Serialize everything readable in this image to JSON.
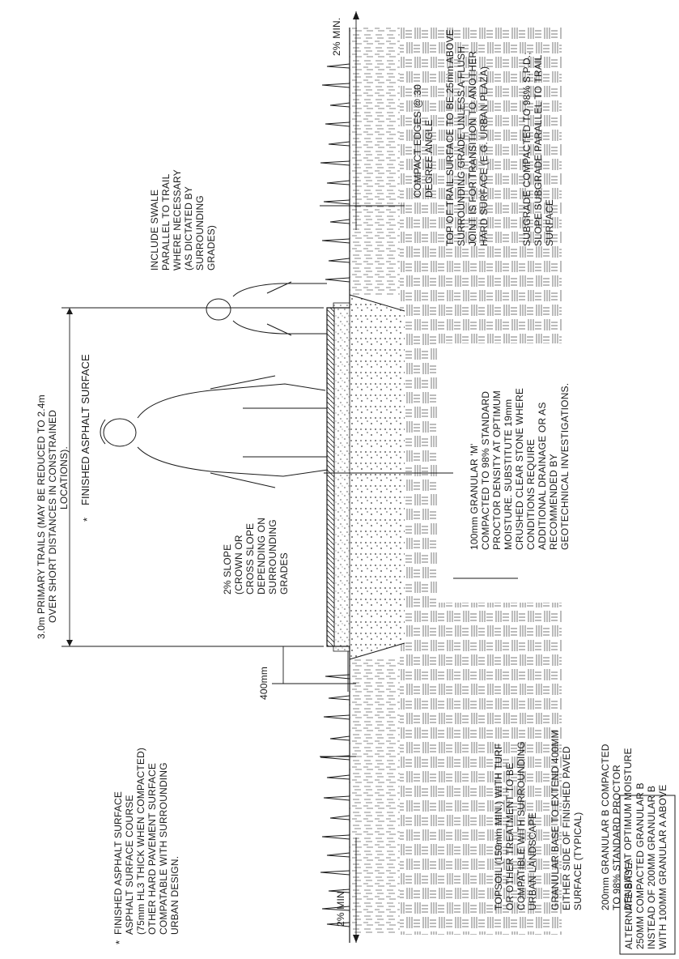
{
  "labels": {
    "primary_width": [
      "3.0m PRIMARY TRAILS (MAY BE REDUCED TO 2.4m",
      "OVER SHORT DISTANCES IN CONSTRAINED",
      "LOCATIONS)."
    ],
    "finished_asphalt": "FINISHED ASPHALT SURFACE",
    "asterisk": "*",
    "swale": [
      "INCLUDE SWALE",
      "PARALLEL TO TRAIL",
      "WHERE NECESSARY",
      "(AS DICTATED BY",
      "SURROUNDING",
      "GRADES)"
    ],
    "slope_min_left": "2% MIN.",
    "slope_min_right": "2% MIN.",
    "top_of_trail": [
      "TOP OF TRAIL SURFACE TO BE 25mm ABOVE",
      "SURROUNDING GRADE UNLESS A FLUSH",
      "JOINT IS FOR TRANSITION TO ANOTHER",
      "HARD SURFACE (E.G. URBAN PLAZA)"
    ],
    "compact_edges": [
      "COMPACT EDGES @ 30",
      "DEGREE ANGLE"
    ],
    "subgrade": [
      "SUBGRADE COMPACTED TO 98% S.P.D.;",
      "SLOPE SUBGRADE PARALLEL TO TRAIL",
      "SURFACE"
    ],
    "slope": [
      "2% SLOPE",
      "(CROWN OR",
      "CROSS SLOPE",
      "DEPENDING ON",
      "SURROUNDING",
      "GRADES"
    ],
    "granular_m": [
      "100mm GRANULAR 'M'",
      "COMPACTED TO 98% STANDARD",
      "PROCTOR DENSITY AT OPTIMUM",
      "MOISTURE. SUBSTITUTE 19mm",
      "CRUSHED CLEAR STONE WHERE",
      "CONDITIONS REQUIRE",
      "ADDITIONAL DRAINAGE OR AS",
      "RECOMMENDED BY",
      "GEOTECHNICAL INVESTIGATIONS."
    ],
    "dim_400": "400mm",
    "finished_course": [
      "FINISHED ASPHALT SURFACE",
      "ASPHALT SURFACE COURSE",
      "(75mm HL3 THICK WHEN COMPACTED)",
      "OTHER HARD PAVEMENT SURFACE",
      "COMPATABLE WITH SURROUNDING",
      "URBAN DESIGN."
    ],
    "topsoil": [
      "TOPSOIL (150mm MIN.) WITH TURF",
      "OR OTHER TREATMENT TO BE",
      "COMPATIBLE WITH SURROUNDING",
      "URBAN LANDSCAPE"
    ],
    "granular_base": [
      "GRANULAR BASE TO EXTEND 400MM",
      "EITHER SIDE OF FINISHED PAVED",
      "SURFACE (TYPICAL)"
    ],
    "granular_b": [
      "200mm GRANULAR B  COMPACTED",
      "TO 98% STANDARD PROCTOR",
      "DENSITY AT OPTIMUM MOISTURE"
    ],
    "alternate": [
      "ALTERNATE BASE:",
      "250MM  COMPACTED GRANULAR B",
      "INSTEAD OF 200MM GRANULAR B",
      "WITH 100MM GRANULAR A ABOVE"
    ]
  },
  "colors": {
    "ink": "#1a1a1a",
    "paper": "#ffffff"
  },
  "icons": [
    "adult-figure",
    "child-figure",
    "grass-tuft",
    "arrow"
  ]
}
